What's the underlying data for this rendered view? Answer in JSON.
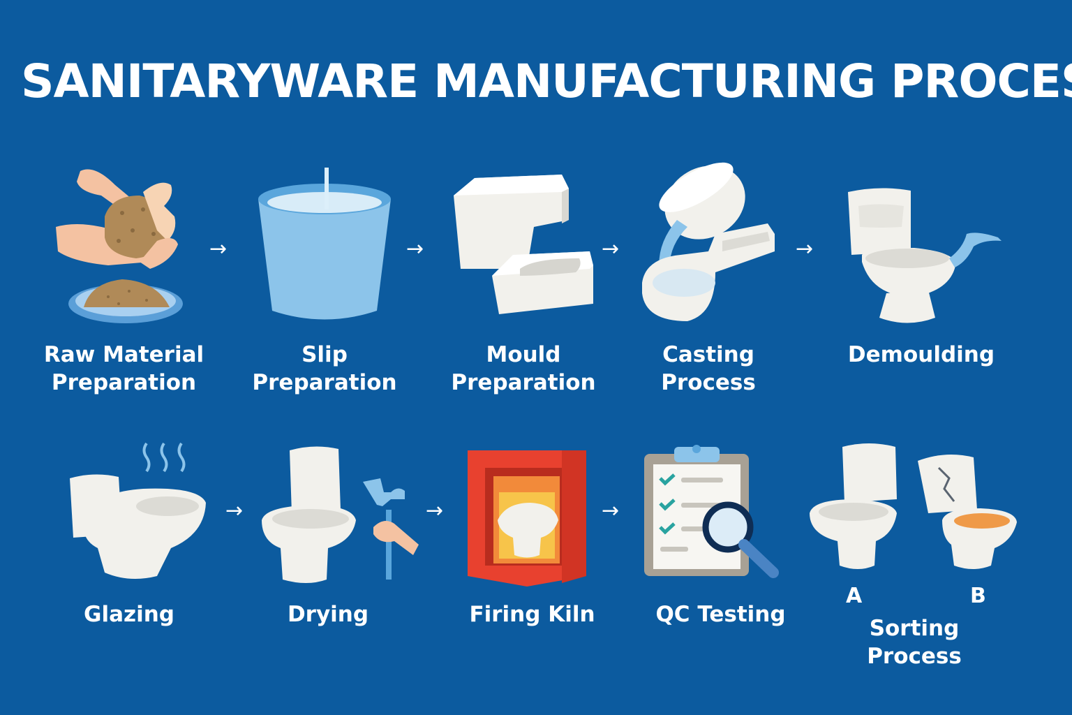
{
  "title": "SANITARYWARE MANUFACTURING PROCES",
  "arrow_glyph": "→",
  "steps": [
    {
      "line1": "Raw Material",
      "line2": "Preparation"
    },
    {
      "line1": "Slip",
      "line2": "Preparation"
    },
    {
      "line1": "Mould",
      "line2": "Preparation"
    },
    {
      "line1": "Casting",
      "line2": "Process"
    },
    {
      "line1": "Demoulding",
      "line2": ""
    },
    {
      "line1": "Glazing",
      "line2": ""
    },
    {
      "line1": "Drying",
      "line2": ""
    },
    {
      "line1": "Firing Kiln",
      "line2": ""
    },
    {
      "line1": "QC Testing",
      "line2": ""
    },
    {
      "line1": "Sorting",
      "line2": "Process"
    }
  ],
  "sorting_grades": {
    "a": "A",
    "b": "B"
  },
  "icons": [
    "hands-kneading-clay-icon",
    "slip-tank-icon",
    "plaster-mould-icon",
    "casting-pour-icon",
    "demoulded-toilet-icon",
    "glazed-toilet-icon",
    "drying-toilet-icon",
    "firing-kiln-icon",
    "qc-clipboard-icon",
    "sorted-toilets-icon"
  ],
  "colors": {
    "background": "#0c5b9f",
    "text": "#ffffff",
    "ceramic": "#f2f1ec",
    "slip": "#8cc4ea",
    "kiln": "#e8412f",
    "clay": "#b48c5a",
    "check": "#29a3a0",
    "defect_glaze": "#ef9a48"
  }
}
